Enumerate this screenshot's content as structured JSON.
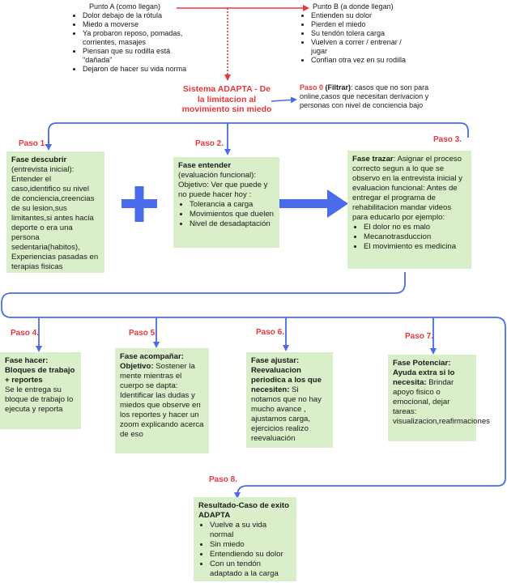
{
  "point_a": {
    "title": "Punto A (como llegan)",
    "items": [
      "Dolor debajo de la rótula",
      "Miedo a moverse",
      "Ya probaron reposo, pomadas, corrientes, masajes",
      "Piensan que su rodilla está \"dañada\"",
      "Dejaron de hacer su vida norma"
    ]
  },
  "point_b": {
    "title": "Punto B (a donde llegan)",
    "items": [
      "Entienden su dolor",
      "Pierden el miedo",
      "Su tendón tolera carga",
      "Vuelven a correr / entrenar / jugar",
      "Confían otra vez en su rodilla"
    ]
  },
  "system_title": "Sistema ADAPTA - De la limitacion al movimiento sin miedo",
  "paso0": {
    "label": "Paso 0",
    "bold": "(Filtrar)",
    "text": ": casos que no son para online,casos que necesitan derivacion y personas con nivel de conciencia bajo"
  },
  "steps": {
    "paso1": {
      "label": "Paso 1.",
      "title": "Fase descubrir",
      "text": " (entrevista inicial): Entender el caso,identifico su nivel de conciencia,creencias de su lesion,sus limitantes,si antes hacia deporte o era una persona sedentaria(habitos), Experiencias pasadas en terapias fisicas"
    },
    "paso2": {
      "label": "Paso 2.",
      "title": "Fase entender",
      "text": "(evaluación funcional): Objetivo: Ver que puede y no puede hacer hoy :",
      "items": [
        "Tolerancia a carga",
        "Movimientos que duelen",
        "Nivel de desadaptación"
      ]
    },
    "paso3": {
      "label": "Paso 3.",
      "title": "Fase trazar",
      "text": ": Asignar el proceso correcto segun a lo que se observo en la entrevista inicial y evaluacion funcional: Antes de entregar el programa de rehabilitacion mandar videos para educarlo por ejemplo:",
      "items": [
        "El dolor no es malo",
        "Mecanotrasduccion",
        "El movimiento es medicina"
      ]
    },
    "paso4": {
      "label": "Paso 4.",
      "title": "Fase hacer: Bloques de trabajo + reportes",
      "text": "Se le entrega su bloque de trabajo lo ejecuta y reporta"
    },
    "paso5": {
      "label": "Paso 5.",
      "title": "Fase acompañar: Objetivo:",
      "text": " Sostener la mente mientras el cuerpo se dapta: Identificar las dudas y miedos que observe en los reportes y hacer un zoom explicando acerca de eso"
    },
    "paso6": {
      "label": "Paso 6.",
      "title": "Fase ajustar: Reevaluacion periodica a los que necesiten:",
      "text": " Si notamos que no hay mucho avance , ajustamos carga, ejercicios realizo reevaluación"
    },
    "paso7": {
      "label": "Paso 7.",
      "title": "Fase Potenciar: Ayuda extra si lo necesita:",
      "text": " Brindar apoyo fisico o emocional, dejar tareas: visualizacion,reafirmaciones"
    },
    "paso8": {
      "label": "Paso 8.",
      "title": "Resultado-Caso de exito ADAPTA",
      "items": [
        "Vuelve a su vida normal",
        "Sin miedo",
        "Entendiendo su dolor",
        "Con un tendón adaptado a la carga"
      ]
    }
  },
  "colors": {
    "box_fill": "#d9efc9",
    "connector": "#4a6bea",
    "red_accent": "#e8363d"
  }
}
